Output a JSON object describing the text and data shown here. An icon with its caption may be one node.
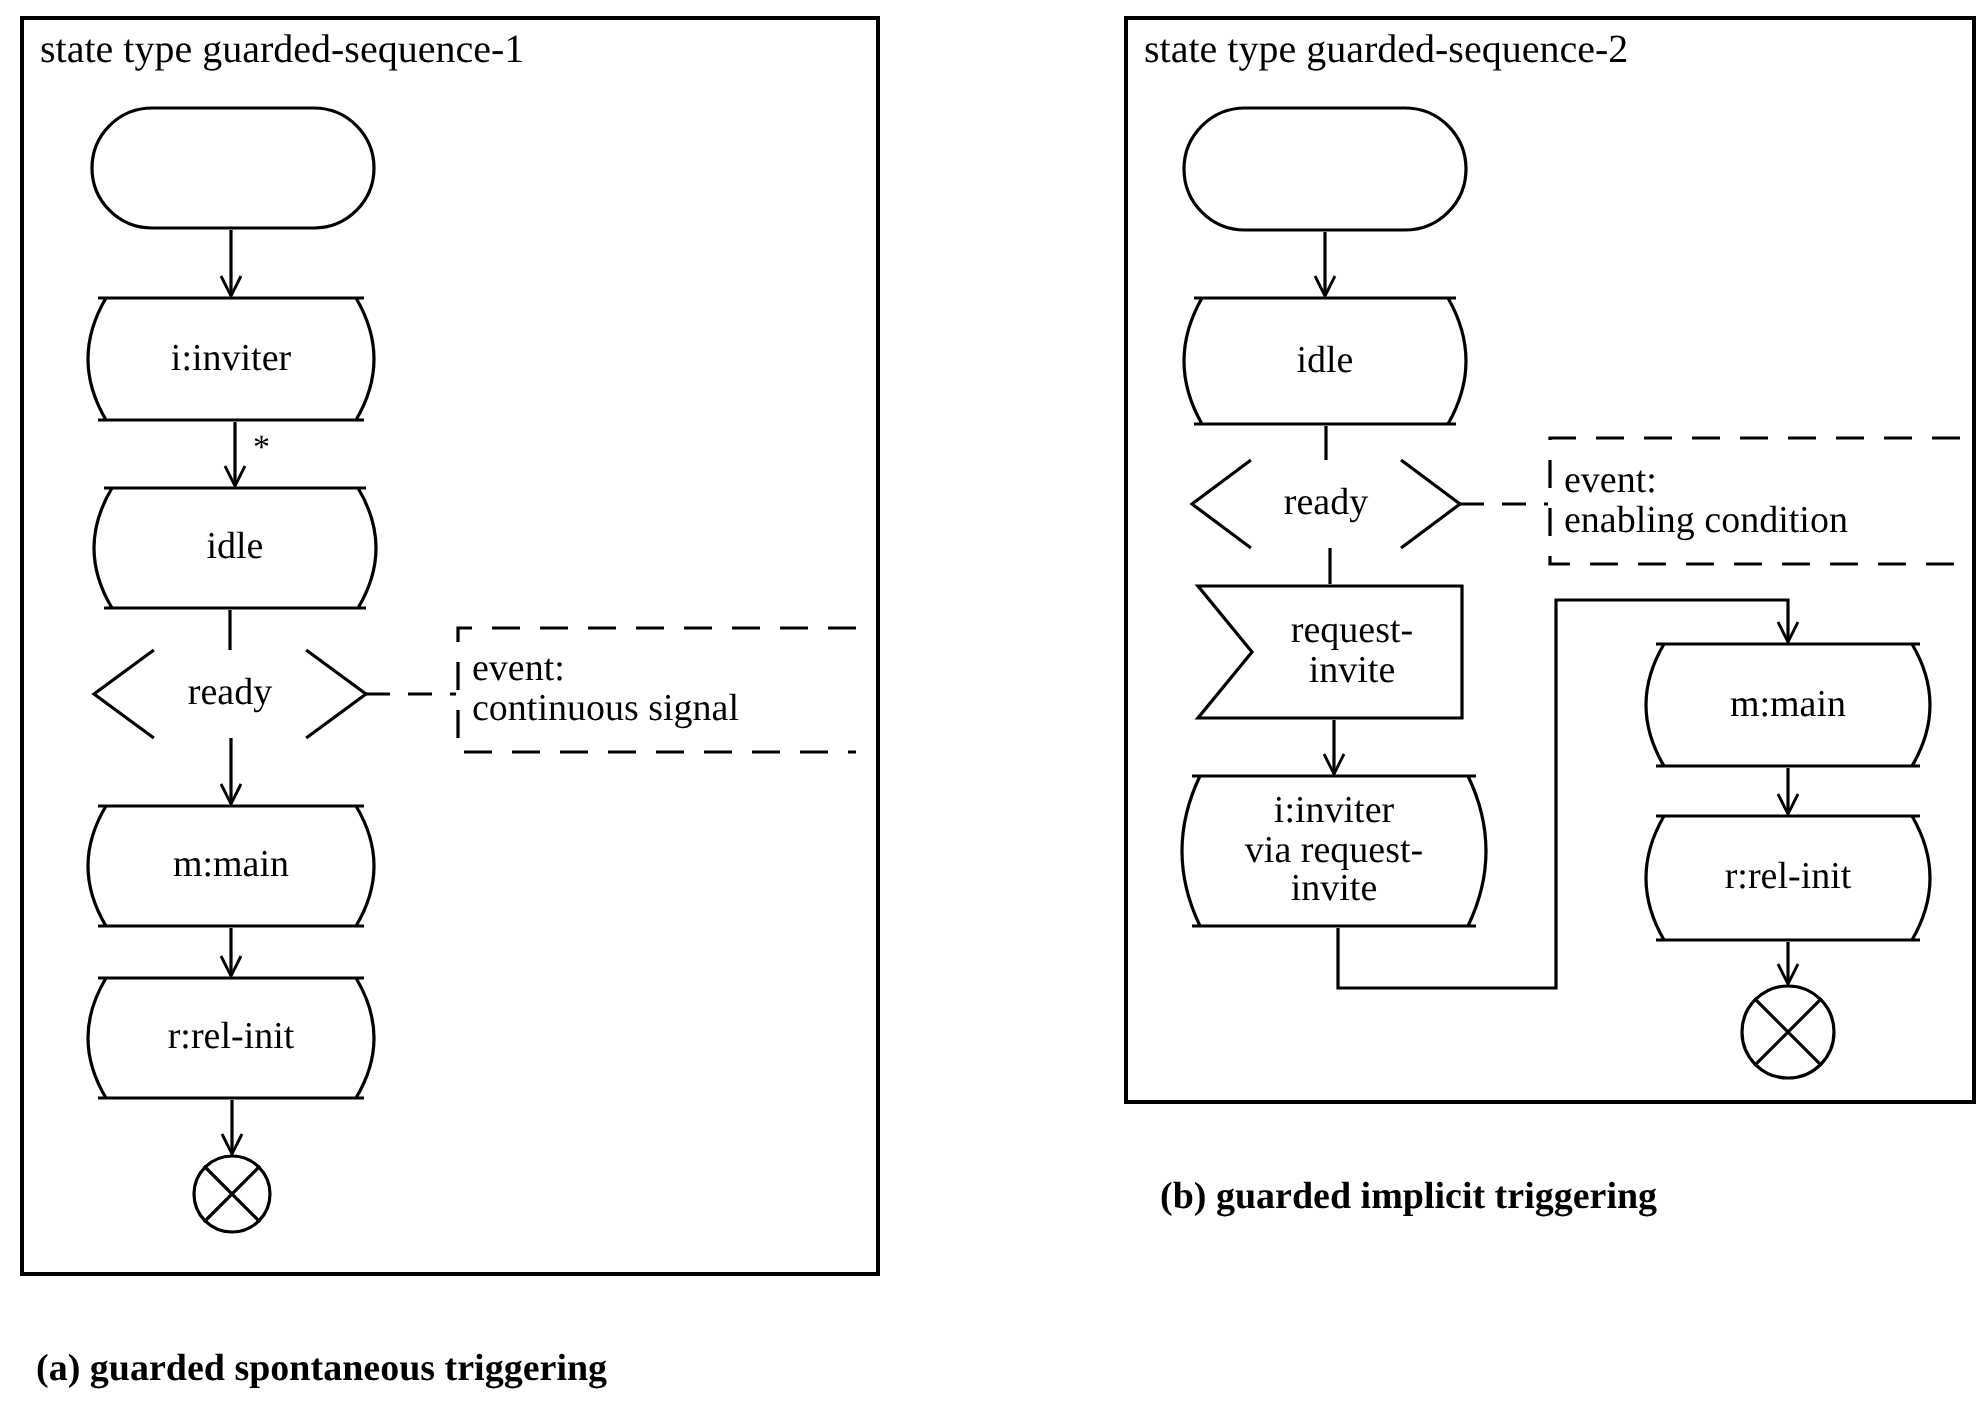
{
  "diagram": {
    "nodes": [
      {
        "text": [
          "state type guarded-sequence-1"
        ]
      },
      {
        "text": [],
        "shape": "oval",
        "in": 0
      },
      {
        "text": [
          "i:inviter"
        ],
        "in": 0
      },
      {
        "text": [
          "idle"
        ],
        "in": 0
      },
      {
        "text": [
          "ready"
        ],
        "in": 0
      },
      {
        "text": [
          "event:",
          "continuous signal"
        ],
        "in": 0
      },
      {
        "text": [
          "m:main"
        ],
        "in": 0
      },
      {
        "text": [
          "r:rel-init"
        ],
        "in": 0
      },
      {
        "text": [],
        "shape": "circle",
        "in": 0
      },
      {
        "text": [
          "state type guarded-sequence-2"
        ]
      },
      {
        "text": [],
        "shape": "oval",
        "in": 9
      },
      {
        "text": [
          "idle"
        ],
        "in": 9
      },
      {
        "text": [
          "ready"
        ],
        "in": 9
      },
      {
        "text": [
          "event:",
          "enabling condition"
        ],
        "in": 9
      },
      {
        "text": [
          "request-invite"
        ],
        "in": 9
      },
      {
        "text": [
          "i:inviter",
          "via request-invite"
        ],
        "in": 9
      },
      {
        "text": [
          "m:main"
        ],
        "in": 9
      },
      {
        "text": [
          "r:rel-init"
        ],
        "in": 9
      },
      {
        "text": [],
        "shape": "circle",
        "in": 9
      }
    ],
    "edges": [
      {
        "from": 1,
        "to": 2,
        "arrow": "to"
      },
      {
        "from": 2,
        "to": 3,
        "arrow": "to",
        "label": "*"
      },
      {
        "from": 3,
        "to": 4,
        "arrow": "none"
      },
      {
        "from": 4,
        "to": 6,
        "arrow": "to"
      },
      {
        "from": 4,
        "to": 5,
        "arrow": "none",
        "style": "dashed"
      },
      {
        "from": 6,
        "to": 7,
        "arrow": "to"
      },
      {
        "from": 7,
        "to": 8,
        "arrow": "to"
      },
      {
        "from": 10,
        "to": 11,
        "arrow": "to"
      },
      {
        "from": 11,
        "to": 12,
        "arrow": "none"
      },
      {
        "from": 12,
        "to": 14,
        "arrow": "none"
      },
      {
        "from": 12,
        "to": 13,
        "arrow": "none",
        "style": "dashed"
      },
      {
        "from": 14,
        "to": 15,
        "arrow": "to"
      },
      {
        "from": 15,
        "to": 16,
        "arrow": "to"
      },
      {
        "from": 16,
        "to": 17,
        "arrow": "to"
      },
      {
        "from": 17,
        "to": 18,
        "arrow": "to"
      }
    ],
    "labels": [
      "(a) guarded spontaneous triggering",
      "(b) guarded implicit triggering"
    ]
  }
}
